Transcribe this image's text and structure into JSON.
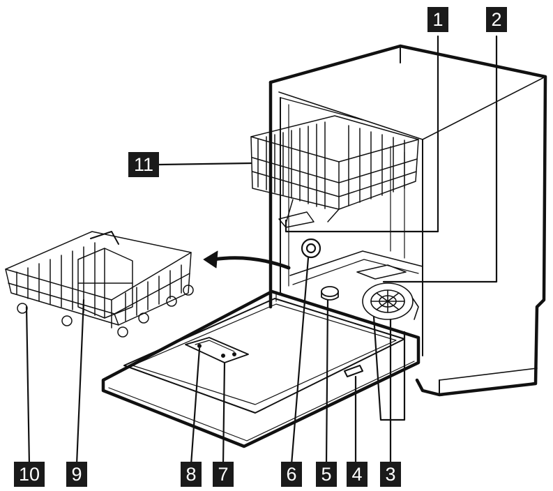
{
  "callouts": {
    "c1": "1",
    "c2": "2",
    "c3": "3",
    "c4": "4",
    "c5": "5",
    "c6": "6",
    "c7": "7",
    "c8": "8",
    "c9": "9",
    "c10": "10",
    "c11": "11"
  },
  "colors": {
    "line": "#111111",
    "label_bg": "#1a1a1a",
    "label_text": "#ffffff",
    "background": "#ffffff"
  }
}
